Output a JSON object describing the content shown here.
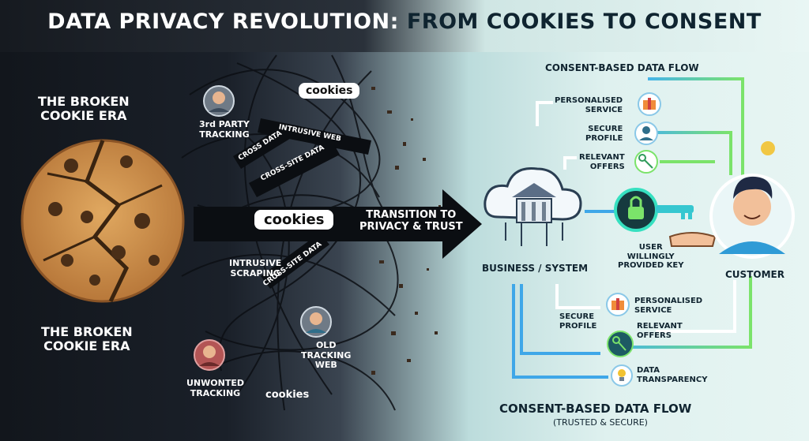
{
  "title": {
    "part1": "DATA PRIVACY REVOLUTION:",
    "part2": " FROM COOKIES TO CONSENT"
  },
  "left": {
    "era_top": [
      "THE BROKEN",
      "COOKIE ERA"
    ],
    "era_bottom": [
      "THE BROKEN",
      "COOKIE ERA"
    ],
    "third_party": [
      "3rd PARTY",
      "TRACKING"
    ],
    "cookies_badge_top": "cookies",
    "intrusive_web": "INTRUSIVE WEB",
    "cross_data": "CROSS DATA",
    "cross_site_data_top": "CROSS-SITE DATA",
    "cookies_main": "cookies",
    "intrusive_scraping": [
      "INTRUSIVE",
      "SCRAPING"
    ],
    "cross_site_data_bottom": "CROSS-SITE DATA",
    "old_tracking": [
      "OLD",
      "TRACKING",
      "WEB"
    ],
    "unwonted": [
      "UNWONTED",
      "TRACKING"
    ],
    "cookies_bottom": "cookies"
  },
  "center": {
    "transition": [
      "TRANSITION TO",
      "PRIVACY & TRUST"
    ]
  },
  "right": {
    "flow_title_top": "CONSENT-BASED DATA FLOW",
    "top_items": [
      {
        "label": [
          "PERSONALISED",
          "SERVICE"
        ],
        "icon": "gift-icon"
      },
      {
        "label": [
          "SECURE",
          "PROFILE"
        ],
        "icon": "user-icon"
      },
      {
        "label": [
          "RELEVANT",
          "OFFERS"
        ],
        "icon": "key-icon"
      }
    ],
    "business": "BUSINESS / SYSTEM",
    "user_key": [
      "USER",
      "WILLINGLY",
      "PROVIDED KEY"
    ],
    "customer": "CUSTOMER",
    "bottom_items": {
      "personalised": [
        "PERSONALISED",
        "SERVICE"
      ],
      "secure": [
        "SECURE",
        "PROFILE"
      ],
      "relevant": [
        "RELEVANT",
        "OFFERS"
      ],
      "transparency": [
        "DATA",
        "TRANSPARENCY"
      ]
    },
    "flow_title_bottom": "CONSENT-BASED DATA FLOW",
    "flow_subtitle": "(TRUSTED & SECURE)"
  },
  "colors": {
    "cookie": "#c98a45",
    "accent_green": "#7be36a",
    "accent_blue": "#3fa7e8",
    "dark": "#12161c"
  }
}
